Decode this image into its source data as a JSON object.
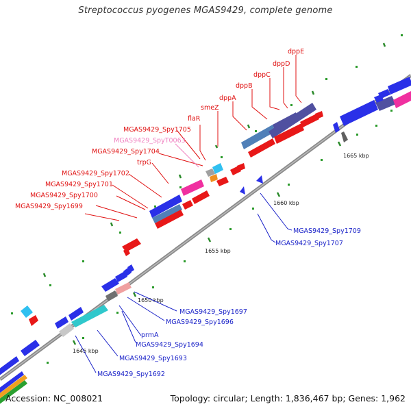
{
  "title": "Streptococcus pyogenes MGAS9429, complete genome",
  "footer": {
    "accession": "Accession: NC_008021",
    "summary": "Topology: circular; Length: 1,836,467 bp; Genes: 1,962"
  },
  "colors": {
    "forward_label": "#e01010",
    "reverse_label": "#1a22c8",
    "trna_label": "#f080c0"
  },
  "kbp_ticks": [
    "1645 kbp",
    "1650 kbp",
    "1655 kbp",
    "1660 kbp",
    "1665 kbp"
  ],
  "red_labels": [
    "dppE",
    "dppD",
    "dppC",
    "dppB",
    "dppA",
    "smeZ",
    "flaR",
    "MGAS9429_Spy1705",
    "MGAS9429_SpyT0063",
    "MGAS9429_Spy1704",
    "trpG",
    "MGAS9429_Spy1702",
    "MGAS9429_Spy1701",
    "MGAS9429_Spy1700",
    "MGAS9429_Spy1699"
  ],
  "blue_labels": [
    "MGAS9429_Spy1709",
    "MGAS9429_Spy1707",
    "MGAS9429_Spy1697",
    "MGAS9429_Spy1696",
    "prmA",
    "MGAS9429_Spy1694",
    "MGAS9429_Spy1693",
    "MGAS9429_Spy1692"
  ]
}
